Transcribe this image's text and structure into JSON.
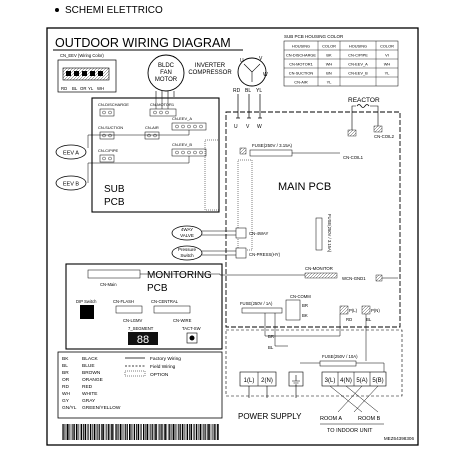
{
  "header": "SCHEMI ELETTRICO",
  "title": "OUTDOOR WIRING DIAGRAM",
  "cn_eev_label": "CN_EEV (Wiring Color)",
  "eev_colors": [
    "RD",
    "BL",
    "OR",
    "YL",
    "WH"
  ],
  "fan_motor": [
    "BLDC",
    "FAN",
    "MOTOR"
  ],
  "inverter": [
    "INVERTER",
    "COMPRESSOR"
  ],
  "compressor_terms": [
    "U",
    "V",
    "W"
  ],
  "wire_colors_rbw": [
    "RD",
    "BL",
    "YL"
  ],
  "sub_pcb_color_title": "SUB PCB HOUSING COLOR",
  "housing_table": {
    "headers": [
      "HOUSING",
      "COLOR",
      "HOUSING",
      "COLOR"
    ],
    "rows": [
      [
        "CN-DISCHARGE",
        "BK",
        "CN-C/PIPE",
        "VI"
      ],
      [
        "CN-MOTOR1",
        "WH",
        "CN-EEV_A",
        "WH"
      ],
      [
        "CN-SUCTION",
        "BN",
        "CN-EEV_B",
        "YL"
      ],
      [
        "CN-AIR",
        "YL",
        "",
        ""
      ]
    ]
  },
  "sub_pcb": {
    "title": [
      "SUB",
      "PCB"
    ],
    "connectors": [
      "CN-DISCHARGE",
      "CN-MOTOR1",
      "CN-SUCTION",
      "CN-AIR",
      "CN-EEV_A",
      "CN-C/PIPE",
      "CN-EEV_B"
    ]
  },
  "eev_a": "EEV A",
  "eev_b": "EEV B",
  "reactor": "REACTOR",
  "cn_coil2": "CN-COIL2",
  "cn_coil1": "CN-COIL1",
  "fuse_main": "FUSE(250V / 3.15A)",
  "main_pcb": "MAIN PCB",
  "fuse_vertical": "FUSE(250V / 3.15A)",
  "valve_4way": [
    "4WAY",
    "VALVE"
  ],
  "cn_4way": "CN-4WAY",
  "pressure_switch": [
    "Pressure",
    "Switch"
  ],
  "cn_press": "CN-PRESS(HY)",
  "cn_monitor": "CN-MONITOR",
  "wcn_gnd1": "WCN-GND1",
  "monitoring_pcb": {
    "title": [
      "MONITORING",
      "PCB"
    ],
    "connectors": [
      "CN-Main",
      "DIP Switch",
      "CN-FLASH",
      "CN-CENTRAL",
      "CN-LGMV",
      "CN-WIRE"
    ],
    "segment_label": "7_SEGMENT",
    "tact_label": "TACT-SW",
    "segment_value": "88"
  },
  "fuse_small": "FUSE(250V / 1A)",
  "cn_comm": "CN-COMM",
  "comm_terms": [
    "BR",
    "BK"
  ],
  "comm_side": [
    "P(L)",
    "P(N)",
    "RD",
    "BL"
  ],
  "wire_br_bl": [
    "BR",
    "BL"
  ],
  "fuse_ps": "FUSE(250V / 10A)",
  "terminals_left": [
    "1(L)",
    "2(N)"
  ],
  "terminals_right": [
    "3(L)",
    "4(N)",
    "5(A)",
    "5(B)"
  ],
  "power_supply": "POWER SUPPLY",
  "room_a": "ROOM A",
  "room_b": "ROOM B",
  "to_indoor": "TO INDOOR UNIT",
  "legend": {
    "colors": [
      [
        "BK",
        "BLACK"
      ],
      [
        "BL",
        "BLUE"
      ],
      [
        "BR",
        "BROWN"
      ],
      [
        "OR",
        "ORANGE"
      ],
      [
        "RD",
        "RED"
      ],
      [
        "WH",
        "WHITE"
      ],
      [
        "GY",
        "GRAY"
      ],
      [
        "GN/YL",
        "GREEN/YELLOW"
      ]
    ],
    "wiring": [
      "Factory Wiring",
      "Field Wiring",
      "OPTION"
    ]
  },
  "code": "MEZ64398306"
}
